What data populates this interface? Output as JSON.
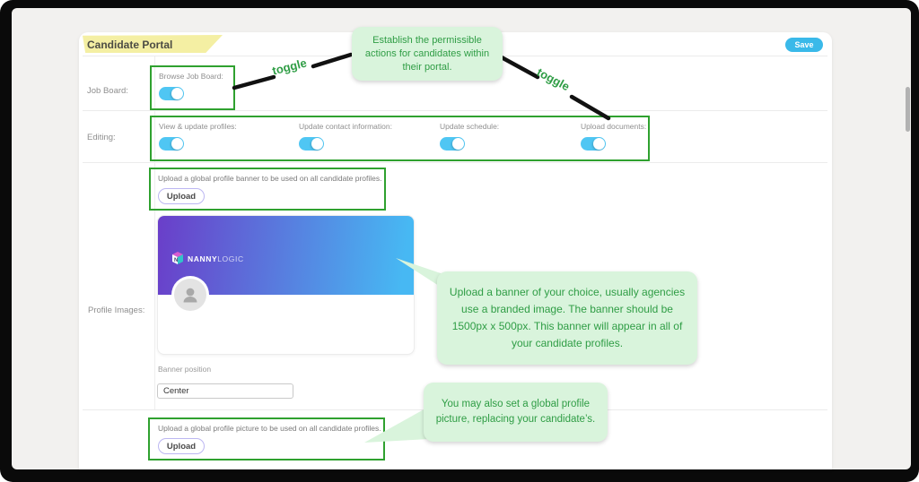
{
  "header": {
    "title": "Candidate Portal",
    "save_label": "Save"
  },
  "job_board": {
    "row_label": "Job Board:",
    "toggle_label": "Browse Job Board:",
    "toggle_state": "on"
  },
  "editing": {
    "row_label": "Editing:",
    "toggles": [
      {
        "label": "View & update profiles:",
        "state": "on"
      },
      {
        "label": "Update contact information:",
        "state": "on"
      },
      {
        "label": "Update schedule:",
        "state": "on"
      },
      {
        "label": "Upload documents:",
        "state": "on"
      }
    ]
  },
  "profile_images": {
    "row_label": "Profile Images:",
    "banner_upload": {
      "instruction": "Upload a global profile banner to be used on all candidate profiles.",
      "button_label": "Upload"
    },
    "banner_preview": {
      "logo_bold": "NANNY",
      "logo_light": "LOGIC"
    },
    "banner_position": {
      "label": "Banner position",
      "value": "Center"
    },
    "picture_upload": {
      "instruction": "Upload a global profile picture to be used on all candidate profiles.",
      "button_label": "Upload"
    }
  },
  "annotations": {
    "top_bubble": "Establish the permissible actions for candidates within their portal.",
    "toggle_label_left": "toggle",
    "toggle_label_right": "toggle",
    "banner_bubble": "Upload a banner of your choice, usually agencies use a branded image. The banner should be 1500px x 500px. This banner will appear in all of your candidate profiles.",
    "picture_bubble": "You may also set a global profile picture, replacing your candidate’s."
  },
  "colors": {
    "accent_blue": "#3ab9e9",
    "toggle_blue": "#4fc6f3",
    "annotation_green": "#2f9d45",
    "annotation_box_green": "#2fa12f",
    "bubble_green": "#d9f4dc",
    "highlight_yellow": "#f4efa3",
    "banner_gradient_start": "#6a3ec9",
    "banner_gradient_end": "#47b8f3"
  }
}
